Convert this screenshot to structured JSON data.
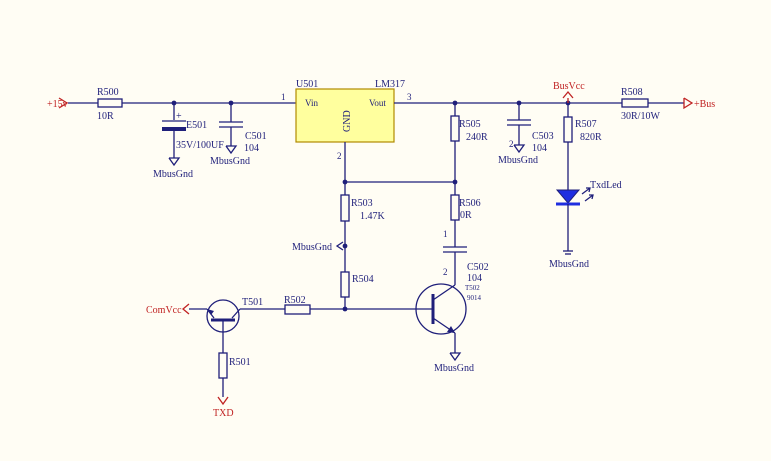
{
  "nets": {
    "p15v": "+15v",
    "pbus": "+Bus",
    "busvcc": "BusVcc",
    "comvcc": "ComVcc",
    "txd": "TXD",
    "gnd": "MbusGnd"
  },
  "u501": {
    "ref": "U501",
    "part": "LM317",
    "vin": "Vin",
    "vout": "Vout",
    "gnd": "GND",
    "pin1": "1",
    "pin2": "2",
    "pin3": "3"
  },
  "r500": {
    "ref": "R500",
    "val": "10R"
  },
  "e501": {
    "ref": "E501",
    "val": "35V/100UF",
    "plus": "+"
  },
  "c501": {
    "ref": "C501",
    "val": "104"
  },
  "r505": {
    "ref": "R505",
    "val": "240R"
  },
  "c503": {
    "ref": "C503",
    "val": "104",
    "pin": "2"
  },
  "r507": {
    "ref": "R507",
    "val": "820R"
  },
  "r508": {
    "ref": "R508",
    "val": "30R/10W"
  },
  "led": {
    "ref": "TxdLed"
  },
  "r503": {
    "ref": "R503",
    "val": "1.47K"
  },
  "r506": {
    "ref": "R506",
    "val": "0R"
  },
  "c502": {
    "ref": "C502",
    "val": "104",
    "pin1": "1",
    "pin2": "2"
  },
  "r504": {
    "ref": "R504"
  },
  "r502": {
    "ref": "R502"
  },
  "t501": {
    "ref": "T501"
  },
  "t502": {
    "ref": "T502",
    "part": "9014"
  },
  "r501": {
    "ref": "R501"
  },
  "colors": {
    "wire": "#1f1f7a",
    "net": "#c02222",
    "ic_fill": "#ffff9e"
  }
}
